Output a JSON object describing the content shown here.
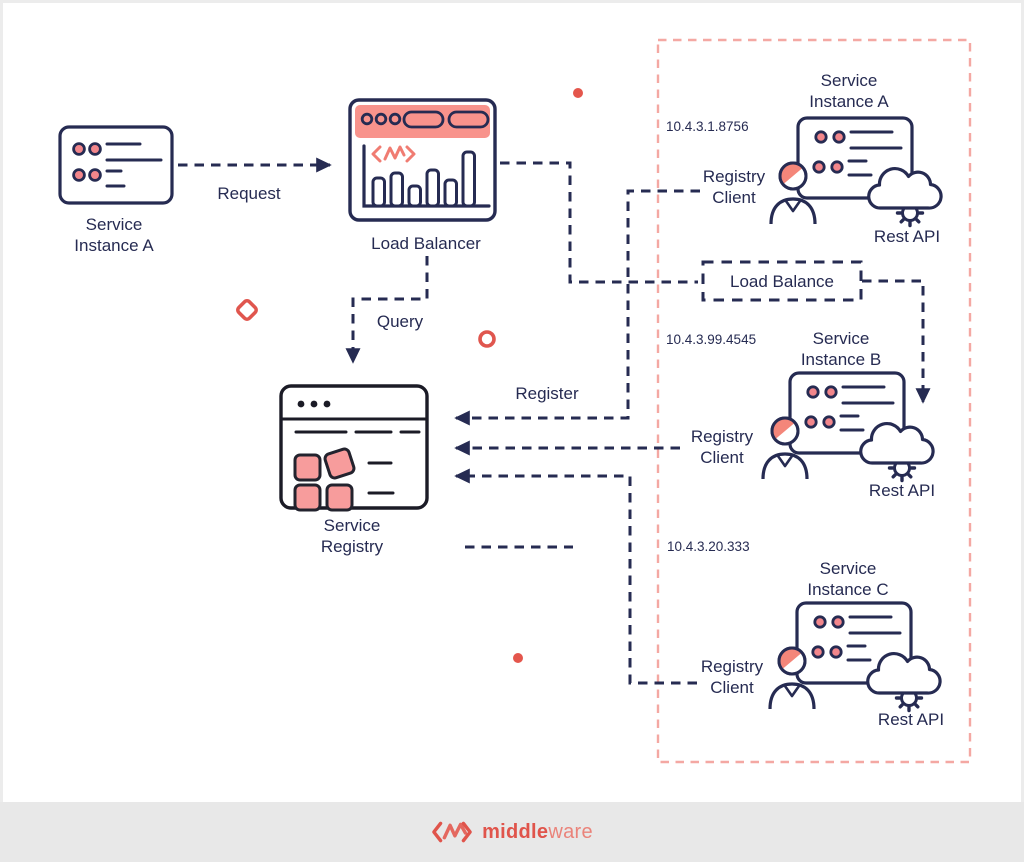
{
  "diagram": {
    "client": {
      "label": "Service\nInstance A"
    },
    "load_balancer": {
      "label": "Load Balancer"
    },
    "registry": {
      "label": "Service\nRegistry"
    },
    "flows": {
      "request": "Request",
      "query": "Query",
      "register": "Register"
    },
    "panel": {
      "load_balance_box": "Load Balance",
      "instances": [
        {
          "title": "Service\nInstance A",
          "ip": "10.4.3.1.8756",
          "client_label": "Registry\nClient",
          "api_label": "Rest API"
        },
        {
          "title": "Service\nInstance B",
          "ip": "10.4.3.99.4545",
          "client_label": "Registry\nClient",
          "api_label": "Rest API"
        },
        {
          "title": "Service\nInstance C",
          "ip": "10.4.3.20.333",
          "client_label": "Registry\nClient",
          "api_label": "Rest API"
        }
      ]
    }
  },
  "footer": {
    "brand_bold": "middle",
    "brand_light": "ware"
  },
  "colors": {
    "navy": "#262b52",
    "coral_fill": "#f4867a",
    "header_coral": "#f8938c",
    "square_coral": "#f79c9c",
    "panel_border": "#f4a8a3",
    "accent": "#e0564e",
    "logo_bold": "#e0544b",
    "logo_light": "#ea837a"
  }
}
